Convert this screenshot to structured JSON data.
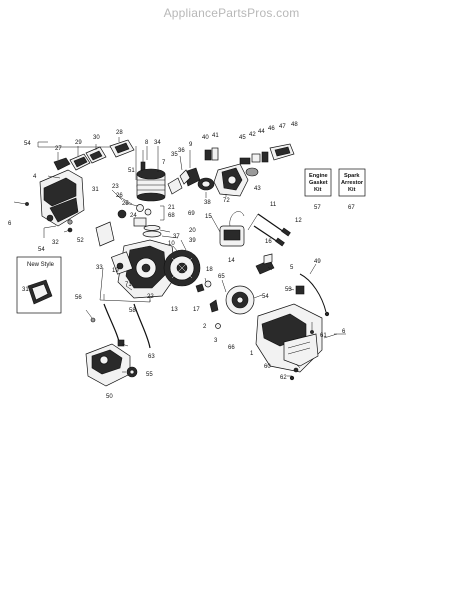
{
  "watermark": "AppliancePartsPros.com",
  "callouts": {
    "c54a": "54",
    "c27": "27",
    "c29": "29",
    "c30": "30",
    "c28": "28",
    "c8": "8",
    "c34": "34",
    "c36": "36",
    "c9": "9",
    "c40": "40",
    "c41": "41",
    "c45": "45",
    "c42": "42",
    "c44": "44",
    "c46": "46",
    "c47": "47",
    "c48": "48",
    "c51": "51",
    "c7": "7",
    "c35": "35",
    "c4": "4",
    "c31a": "31",
    "c23": "23",
    "c26": "26",
    "c25": "25",
    "c72": "72",
    "c43": "43",
    "c38": "38",
    "c24": "24",
    "c21": "21",
    "c68": "68",
    "c69": "69",
    "c6a": "6",
    "c20": "20",
    "c37": "37",
    "c15": "15",
    "c11": "11",
    "c12": "12",
    "c16": "16",
    "c32": "32",
    "c52": "52",
    "c54b": "54",
    "c10": "10",
    "c39": "39",
    "c14": "14",
    "c5": "5",
    "c49": "49",
    "c33": "33",
    "c19": "19",
    "c71": "71",
    "c22": "22",
    "c13": "13",
    "c17": "17",
    "c18": "18",
    "c65": "65",
    "c54c": "54",
    "c53": "53",
    "c31b": "31",
    "c56": "56",
    "c58": "58",
    "c2": "2",
    "c3": "3",
    "c66": "66",
    "c1": "1",
    "c60": "60",
    "c61": "61",
    "c6b": "6",
    "c63": "63",
    "c55": "55",
    "c50": "50",
    "c62": "62"
  },
  "new_style_label": "New Style",
  "engine_gasket_kit": {
    "line1": "Engine",
    "line2": "Gasket",
    "line3": "Kit",
    "number": "57"
  },
  "spark_arrestor_kit": {
    "line1": "Spark",
    "line2": "Arrestor",
    "line3": "Kit",
    "number": "67"
  }
}
